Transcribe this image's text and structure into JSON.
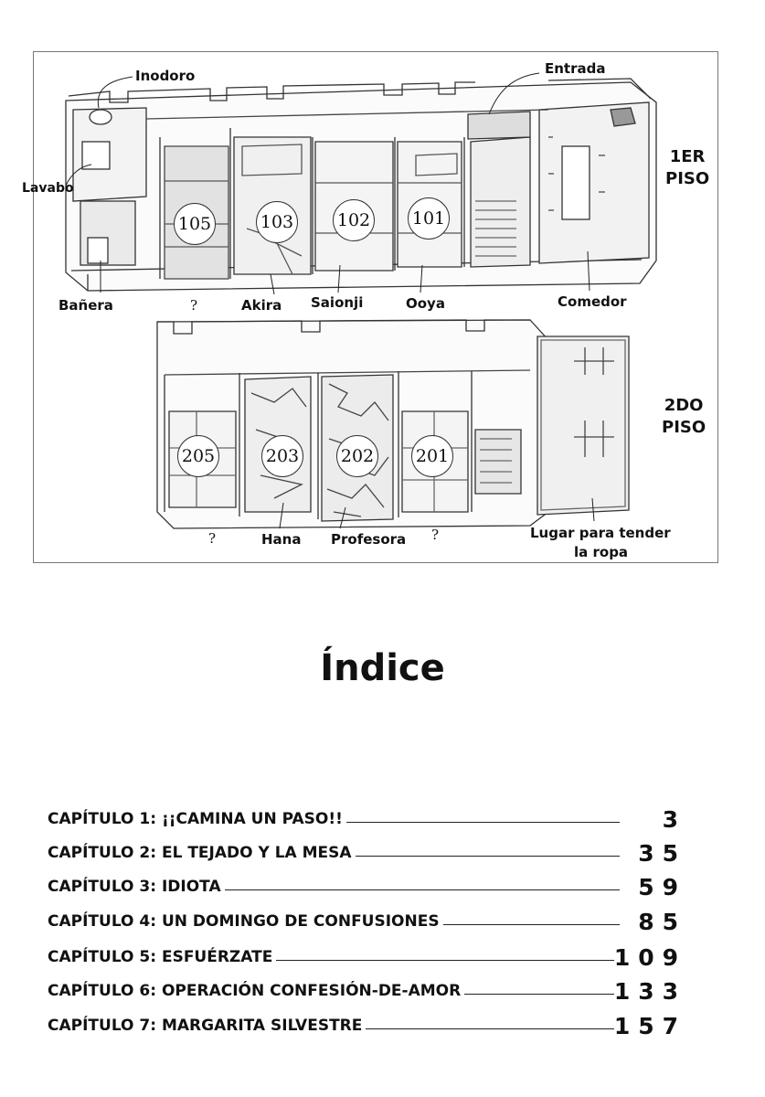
{
  "floor_plan": {
    "floors": [
      {
        "line1": "1ER",
        "line2": "PISO"
      },
      {
        "line1": "2DO",
        "line2": "PISO"
      }
    ],
    "rooms_first": [
      "105",
      "103",
      "102",
      "101"
    ],
    "rooms_second": [
      "205",
      "203",
      "202",
      "201"
    ],
    "labels": {
      "inodoro": "Inodoro",
      "entrada": "Entrada",
      "lavabo": "Lavabo",
      "banera": "Bañera",
      "unknown_105": "?",
      "akira": "Akira",
      "saionji": "Saionji",
      "ooya": "Ooya",
      "comedor": "Comedor",
      "unknown_205": "?",
      "hana": "Hana",
      "profesora": "Profesora",
      "unknown_201": "?",
      "tender_line1": "Lugar para tender",
      "tender_line2": "la ropa"
    }
  },
  "index": {
    "title": "Índice",
    "chapters": [
      {
        "label": "CAPÍTULO 1: ¡¡CAMINA UN PASO!!",
        "page": "3"
      },
      {
        "label": "CAPÍTULO 2: EL TEJADO Y LA MESA",
        "page": "35"
      },
      {
        "label": "CAPÍTULO 3: IDIOTA",
        "page": "59"
      },
      {
        "label": "CAPÍTULO 4: UN DOMINGO DE CONFUSIONES",
        "page": "85"
      },
      {
        "label": "CAPÍTULO 5: ESFUÉRZATE",
        "page": "109"
      },
      {
        "label": "CAPÍTULO 6: OPERACIÓN CONFESIÓN-DE-AMOR",
        "page": "133"
      },
      {
        "label": "CAPÍTULO 7: MARGARITA SILVESTRE",
        "page": "157"
      }
    ]
  }
}
